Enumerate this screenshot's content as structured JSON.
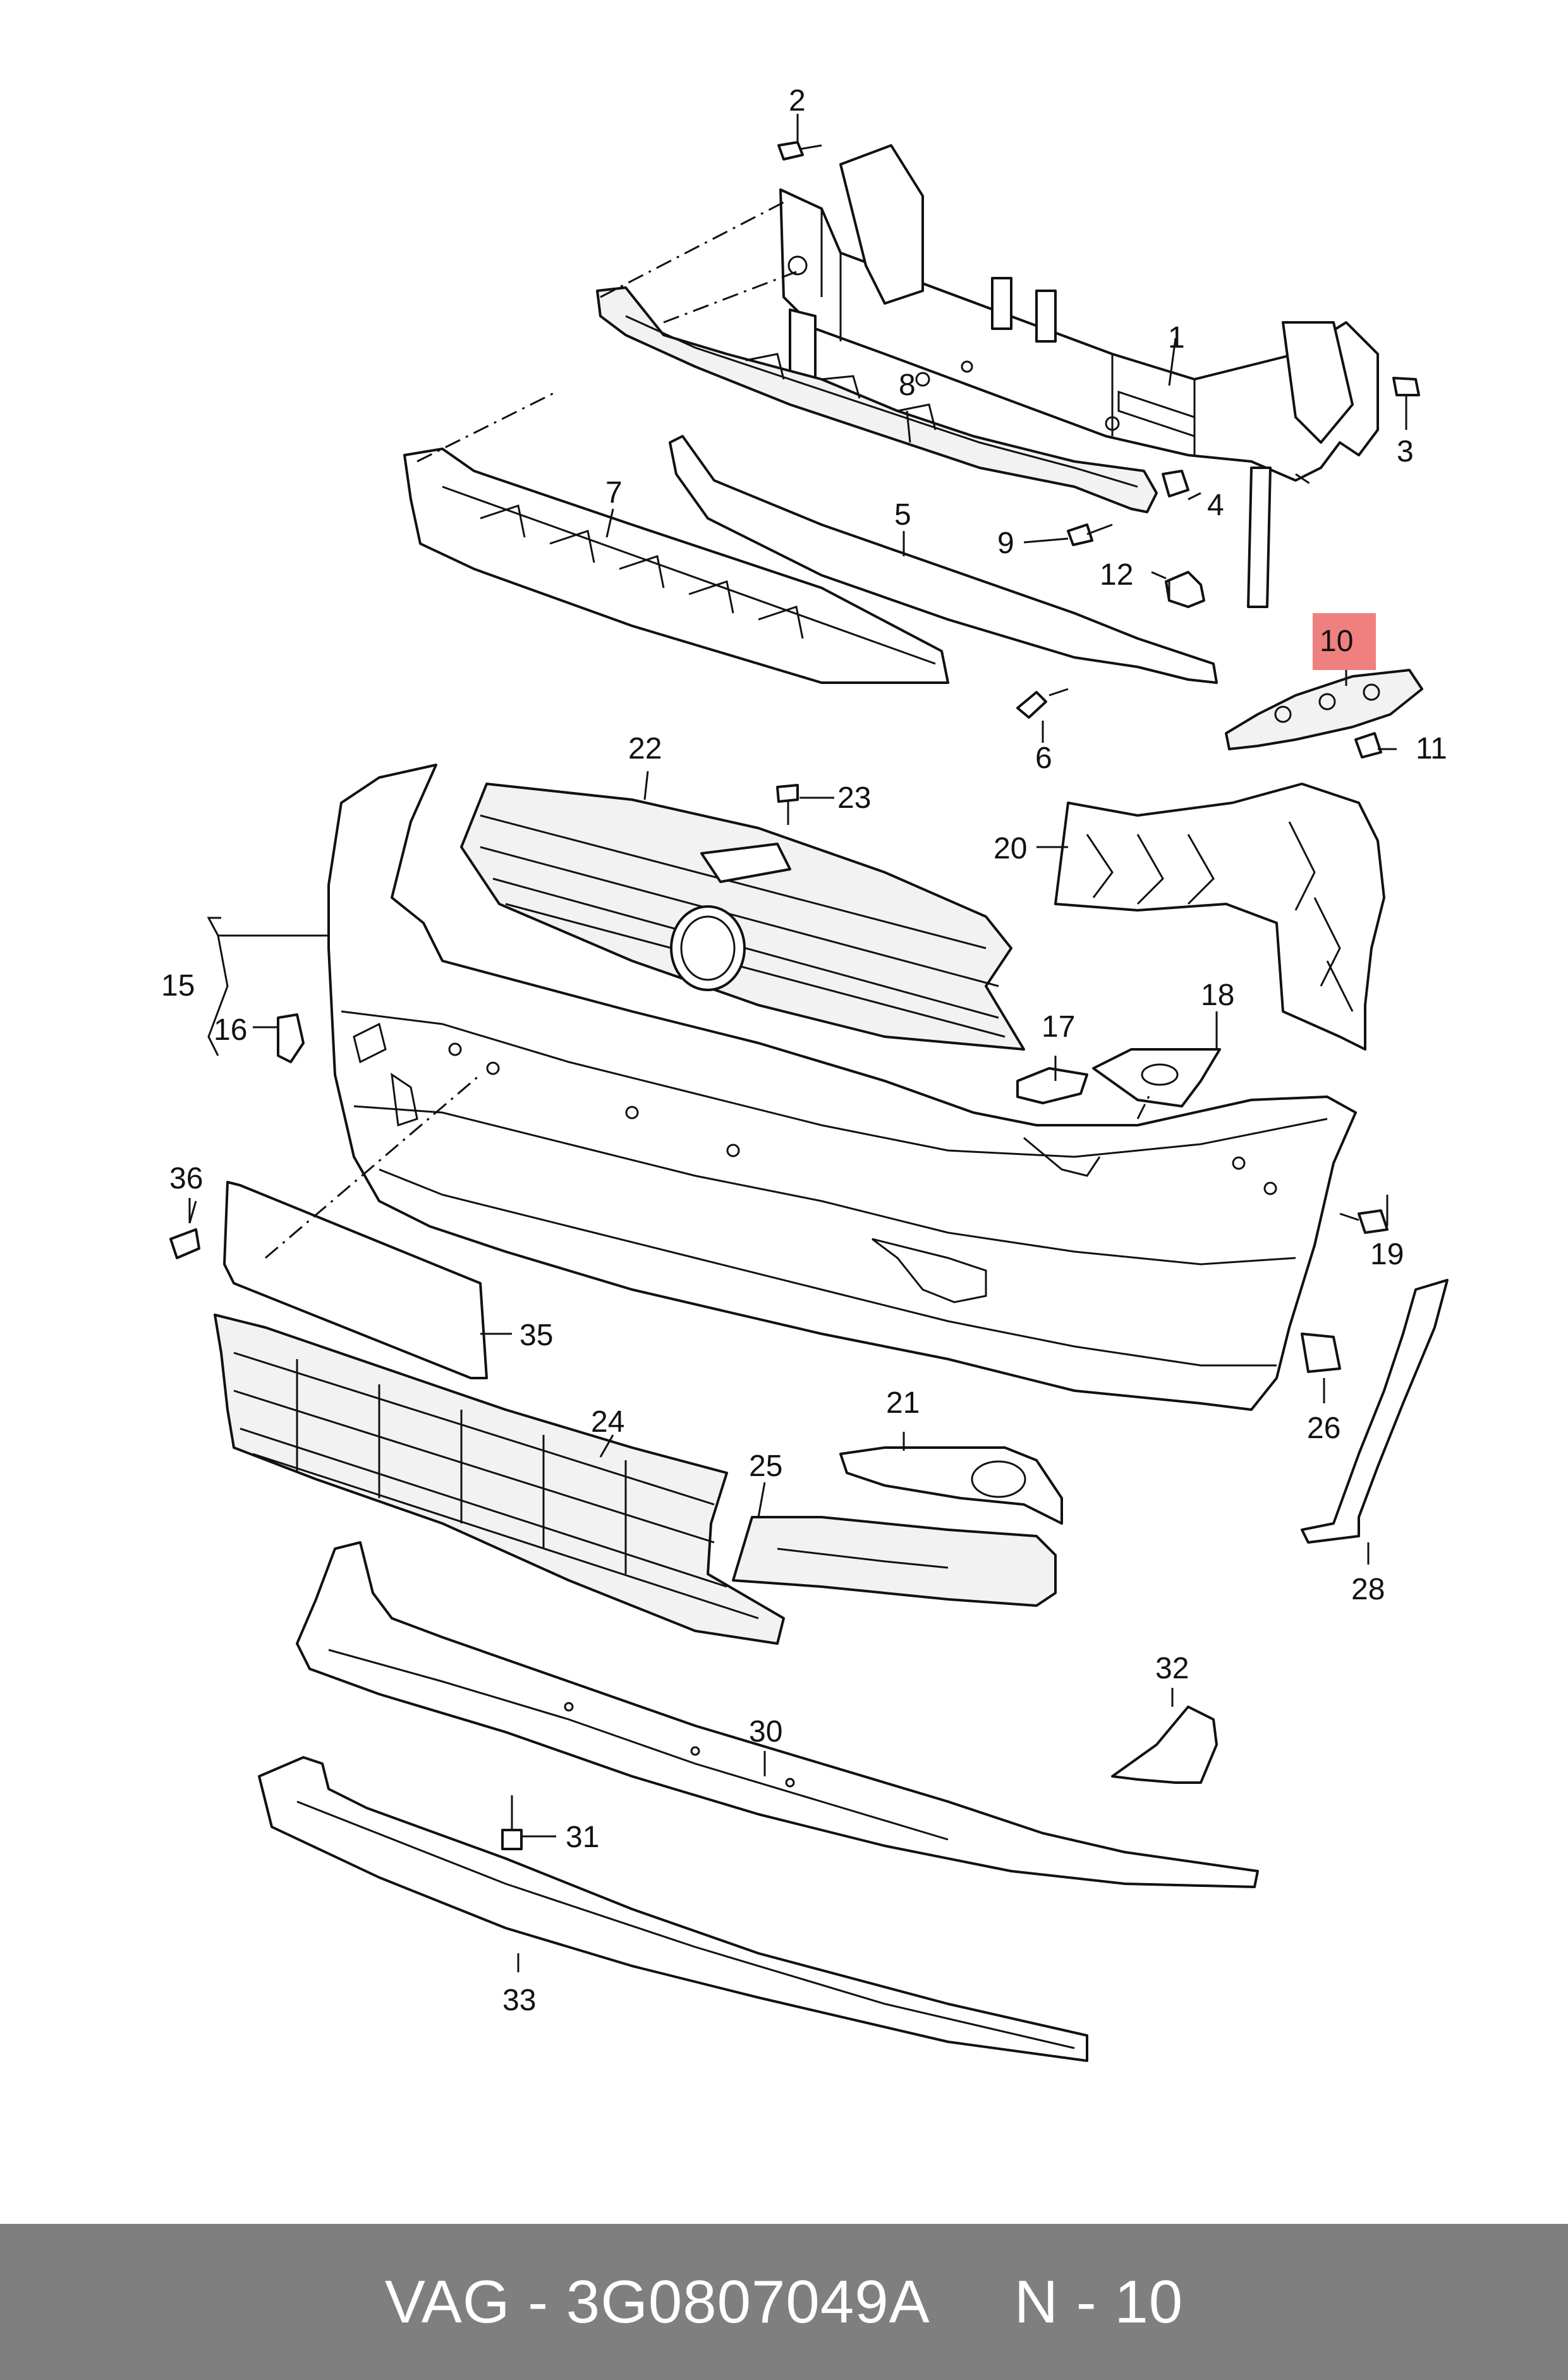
{
  "diagram": {
    "highlight_color": "#f08080",
    "callouts": {
      "c1": "1",
      "c2": "2",
      "c3": "3",
      "c4": "4",
      "c5": "5",
      "c6": "6",
      "c7": "7",
      "c8": "8",
      "c9": "9",
      "c10": "10",
      "c11": "11",
      "c12": "12",
      "c15": "15",
      "c16": "16",
      "c17": "17",
      "c18": "18",
      "c19": "19",
      "c20": "20",
      "c21": "21",
      "c22": "22",
      "c23": "23",
      "c24": "24",
      "c25": "25",
      "c26": "26",
      "c28": "28",
      "c30": "30",
      "c31": "31",
      "c32": "32",
      "c33": "33",
      "c35": "35",
      "c36": "36"
    },
    "highlighted_part": "10"
  },
  "footer": {
    "text": "VAG - 3G0807049A     N - 10",
    "background": "#7f7f7f",
    "color": "#ffffff"
  }
}
